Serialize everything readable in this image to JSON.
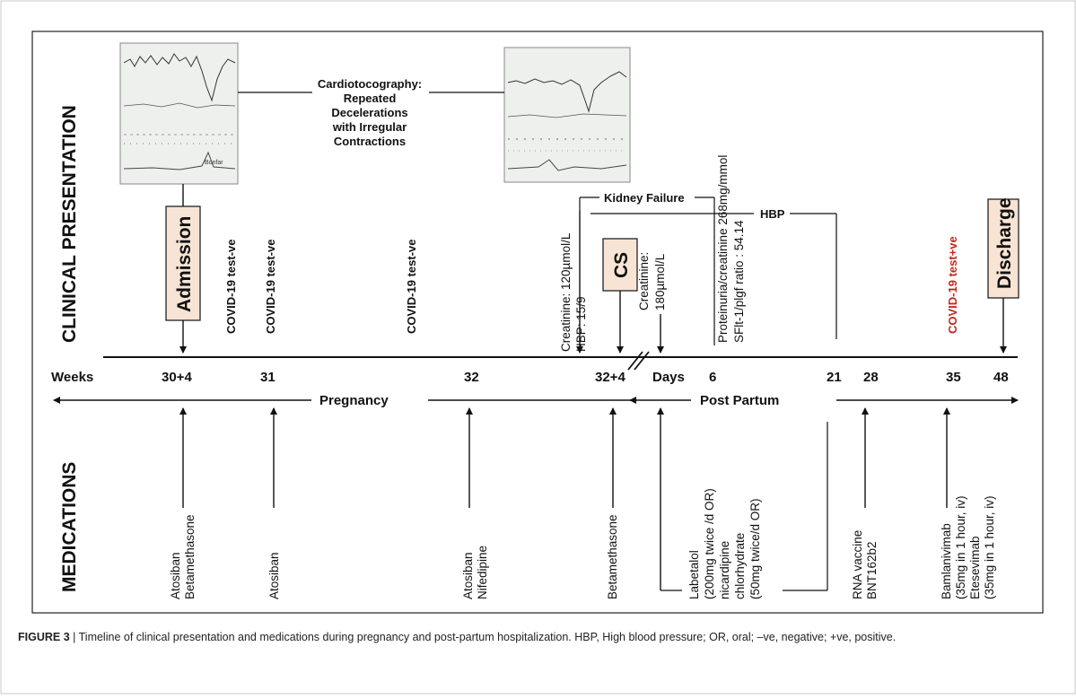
{
  "section_labels": {
    "clinical": "CLINICAL  PRESENTATION",
    "medications": "MEDICATIONS"
  },
  "axis": {
    "weeks_label": "Weeks",
    "days_label": "Days",
    "ticks": [
      "30+4",
      "31",
      "32",
      "32+4",
      "6",
      "21",
      "28",
      "35",
      "48"
    ],
    "pregnancy": "Pregnancy",
    "post_partum": "Post Partum"
  },
  "ctg": {
    "line1": "Cardiotocography:",
    "line2": "Repeated",
    "line3": "Decelerations",
    "line4": "with Irregular",
    "line5": "Contractions",
    "image1_text": "Bonfar"
  },
  "events": {
    "admission": "Admission",
    "covid1": "COVID-19 test-ve",
    "covid2": "COVID-19 test-ve",
    "covid3": "COVID-19 test-ve",
    "creat1": "Creatinine: 120µmol/L",
    "hbp": "HBP: 15/9",
    "cs": "CS",
    "creat2_l1": "Creatinine:",
    "creat2_l2": "180µmol/L",
    "kidney_failure": "Kidney Failure",
    "hbp2": "HBP",
    "protein_l1": "Proteinuria/creatinine 268mg/mmol",
    "protein_l2": "SFlt-1/plgf ratio : 54.14",
    "covid_pos": "COVID-19 test+ve",
    "discharge": "Discharge"
  },
  "meds": {
    "m1_l1": "Atosiban",
    "m1_l2": "Betamethasone",
    "m2": "Atosiban",
    "m3_l1": "Atosiban",
    "m3_l2": "Nifedipine",
    "m4": "Betamethasone",
    "m5_l1": "Labetalol",
    "m5_l2": "(200mg twice /d OR)",
    "m5_l3": "nicardipine",
    "m5_l4": "chlorhydrate",
    "m5_l5": "(50mg twice/d OR)",
    "m6_l1": "RNA vaccine",
    "m6_l2": "BNT162b2",
    "m7_l1": "Bamlanivimab",
    "m7_l2": "(35mg in 1 hour, iv)",
    "m7_l3": "Etesevimab",
    "m7_l4": "(35mg in 1 hour, iv)"
  },
  "caption": {
    "figure_label": "FIGURE 3",
    "text": " | Timeline of clinical presentation and medications during pregnancy and post-partum hospitalization. HBP, High blood pressure; OR, oral; –ve, negative; +ve, positive."
  },
  "colors": {
    "box_fill": "#f7e4d4",
    "positive_text": "#c0281e",
    "line": "#111111"
  }
}
